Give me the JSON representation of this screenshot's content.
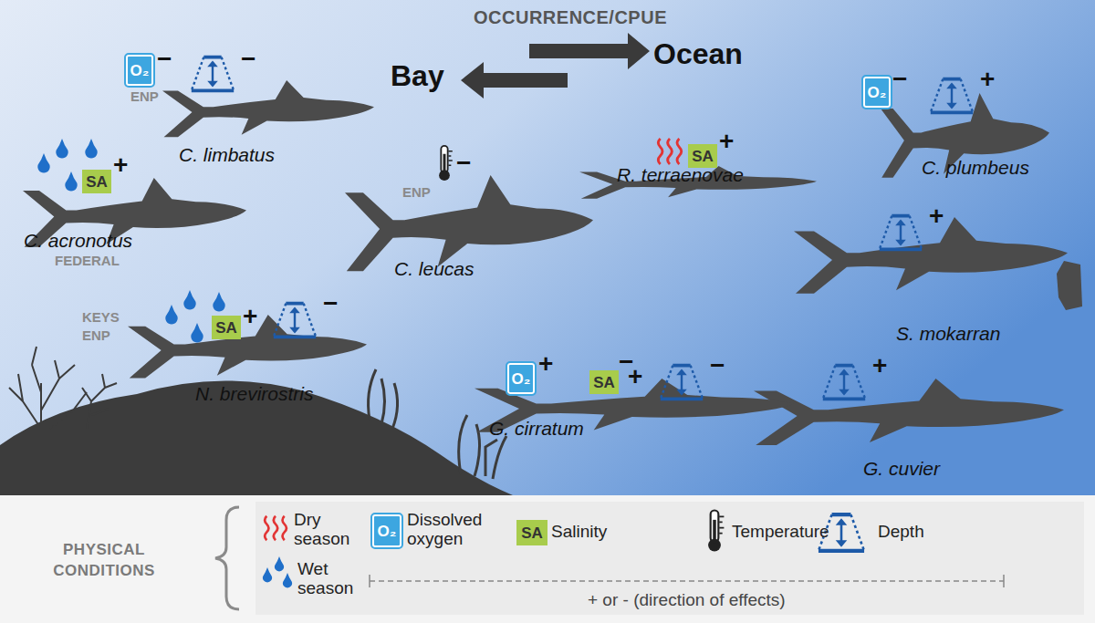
{
  "diagram": {
    "title": "OCCURRENCE/CPUE",
    "nodes": [
      {
        "text": [
          "O₂"
        ]
      },
      {
        "text": [
          "SA"
        ]
      },
      {
        "text": [
          "SA"
        ]
      },
      {
        "text": [
          "O₂"
        ]
      },
      {
        "text": [
          "SA"
        ]
      },
      {
        "text": [
          "O₂"
        ]
      },
      {
        "text": [
          "SA"
        ]
      },
      {
        "text": [
          "O₂"
        ]
      },
      {
        "text": [
          "SA"
        ]
      }
    ],
    "labels": [
      "Bay",
      "Ocean",
      "−",
      "−",
      "ENP",
      "C. limbatus",
      "+",
      "C. acronotus",
      "FEDERAL",
      "ENP",
      "−",
      "C. leucas",
      "+",
      "R. terraenovae",
      "−",
      "+",
      "C. plumbeus",
      "+",
      "S. mokarran",
      "KEYS",
      "ENP",
      "+",
      "−",
      "N. brevirostris",
      "+",
      "−",
      "+",
      "−",
      "G. cirratum",
      "+",
      "G. cuvier",
      "PHYSICAL CONDITIONS",
      "+ or - (direction of effects)"
    ],
    "legend": [
      {
        "text": "Dry season"
      },
      {
        "text": "Wet season"
      },
      {
        "text": "Dissolved oxygen"
      },
      {
        "text": "Salinity"
      },
      {
        "text": "Temperature"
      },
      {
        "text": "Depth"
      }
    ]
  }
}
